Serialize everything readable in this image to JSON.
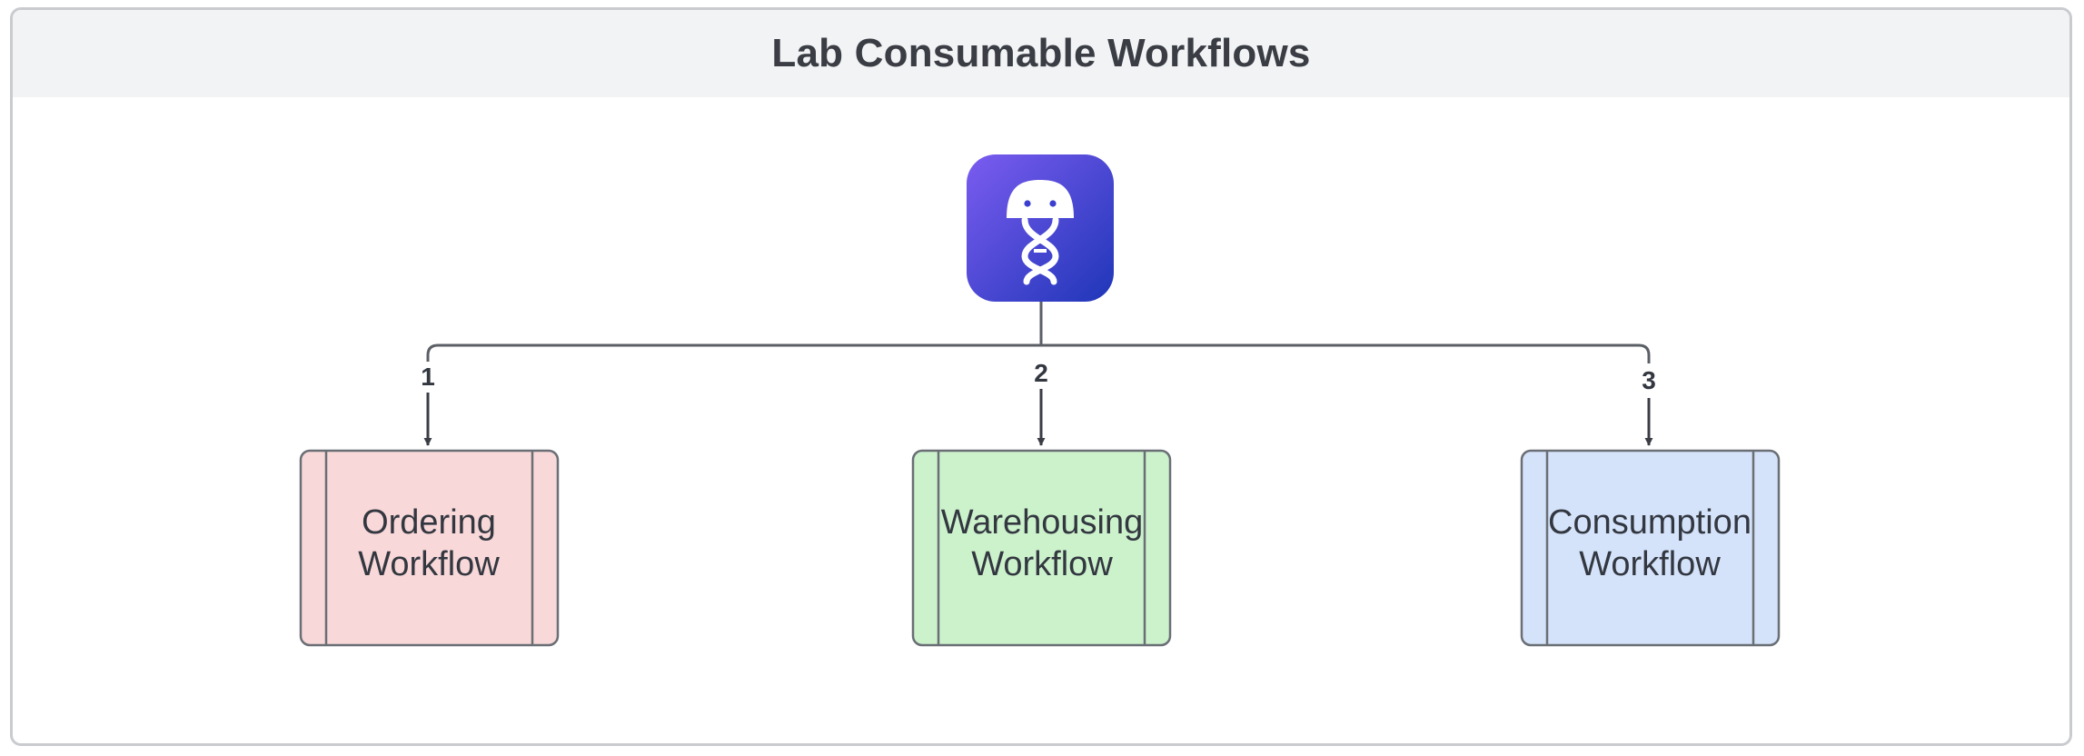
{
  "diagram": {
    "title": "Lab Consumable Workflows",
    "root": {
      "icon": "lab-scientist-dna-icon",
      "gradient_from": "#7b5cf0",
      "gradient_to": "#1f36b8"
    },
    "edges": [
      {
        "from": "root",
        "to": "ordering",
        "label": "1"
      },
      {
        "from": "root",
        "to": "warehousing",
        "label": "2"
      },
      {
        "from": "root",
        "to": "consumption",
        "label": "3"
      }
    ],
    "nodes": [
      {
        "id": "ordering",
        "lines": [
          "Ordering",
          "Workflow"
        ],
        "fill": "#f8d8d8"
      },
      {
        "id": "warehousing",
        "lines": [
          "Warehousing",
          "Workflow"
        ],
        "fill": "#ccf2cc"
      },
      {
        "id": "consumption",
        "lines": [
          "Consumption",
          "Workflow"
        ],
        "fill": "#d4e3fa"
      }
    ]
  }
}
